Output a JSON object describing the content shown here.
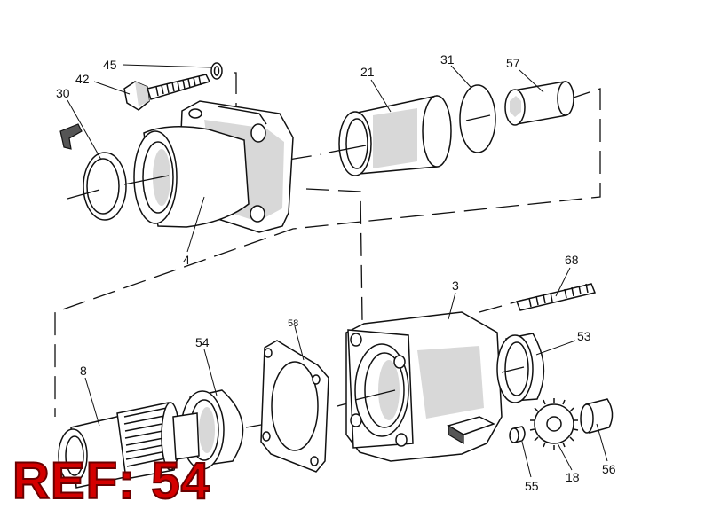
{
  "parts": {
    "p45": "45",
    "p42": "42",
    "p30": "30",
    "p4": "4",
    "p21": "21",
    "p31": "31",
    "p57": "57",
    "p68": "68",
    "p3": "3",
    "p53": "53",
    "p58": "58",
    "p54": "54",
    "p8": "8",
    "p55": "55",
    "p18": "18",
    "p56": "56"
  },
  "ref_badge": "REF: 54",
  "colors": {
    "badge": "#d40000",
    "line": "#111111",
    "shade": "#d8d8d8"
  }
}
